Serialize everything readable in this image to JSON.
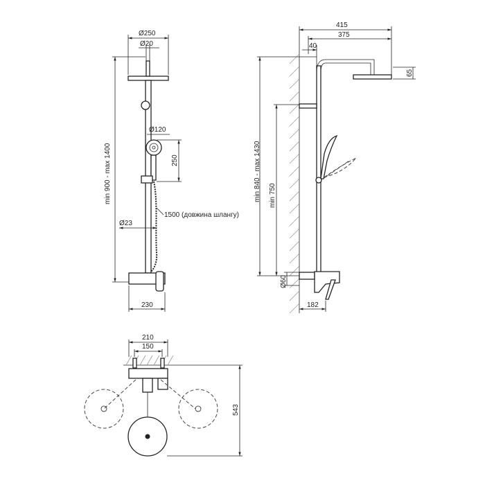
{
  "front_view": {
    "head_diameter": "Ø250",
    "arm_diameter": "Ø20",
    "hand_shower_diameter": "Ø120",
    "hand_shower_travel": "250",
    "pipe_diameter": "Ø23",
    "hose_length": "1500 (довжина шлангу)",
    "height_range": "min 900 - max 1400",
    "mixer_width": "230"
  },
  "side_view": {
    "arm_reach": "415",
    "arm_reach_inner": "375",
    "wall_offset": "40",
    "head_thickness": "65",
    "height_range": "min 840 - max 1430",
    "bracket_height": "min 750",
    "inlet_diameter": "Ø60",
    "mixer_depth": "182"
  },
  "top_view": {
    "inlet_spacing_max": "210",
    "inlet_spacing_min": "150",
    "total_depth": "543"
  }
}
